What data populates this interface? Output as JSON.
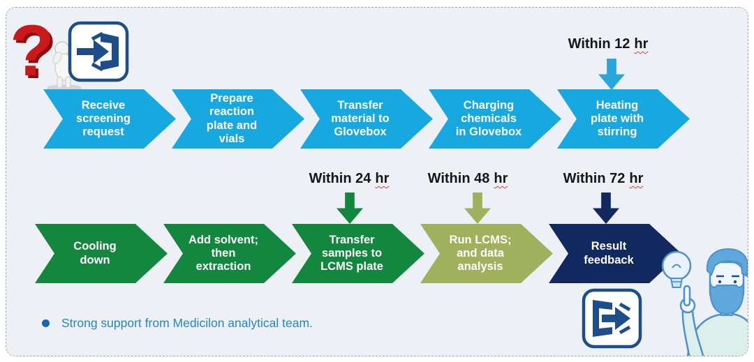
{
  "canvas": {
    "background": "#EDF1F6",
    "border_color": "#A6A6A6"
  },
  "flow": {
    "top_row": [
      {
        "label": "Receive\nscreening\nrequest",
        "color": "#17A8E0"
      },
      {
        "label": "Prepare\nreaction\nplate and\nvials",
        "color": "#17A8E0"
      },
      {
        "label": "Transfer\nmaterial to\nGlovebox",
        "color": "#17A8E0"
      },
      {
        "label": "Charging\nchemicals\nin Glovebox",
        "color": "#17A8E0"
      },
      {
        "label": "Heating\nplate with\nstirring",
        "color": "#17A8E0"
      }
    ],
    "bottom_row": [
      {
        "label": "Cooling\ndown",
        "color": "#13873E"
      },
      {
        "label": "Add solvent;\nthen\nextraction",
        "color": "#13873E"
      },
      {
        "label": "Transfer\nsamples to\nLCMS plate",
        "color": "#13873E"
      },
      {
        "label": "Run LCMS;\nand data\nanalysis",
        "color": "#A0B05C"
      },
      {
        "label": "Result\nfeedback",
        "color": "#11295F"
      }
    ]
  },
  "timings": {
    "t12": {
      "text": "Within 12",
      "unit": "hr",
      "arrow_color": "#29A7DC"
    },
    "t24": {
      "text": "Within 24",
      "unit": "hr",
      "arrow_color": "#12873E"
    },
    "t48": {
      "text": "Within 48",
      "unit": "hr",
      "arrow_color": "#A0B05C"
    },
    "t72": {
      "text": "Within 72",
      "unit": "hr",
      "arrow_color": "#11295F"
    }
  },
  "note": {
    "text": "Strong support from Medicilon analytical team.",
    "bullet_color": "#1565B8",
    "text_color": "#2287C8"
  },
  "icons": {
    "question_figure": {
      "name": "question-mark-thinking-figure",
      "color": "#C8191D"
    },
    "enter": {
      "name": "enter-icon",
      "color": "#1D4E8A"
    },
    "exit": {
      "name": "exit-icon",
      "color": "#1D4E8A"
    },
    "idea_man": {
      "name": "man-with-lightbulb",
      "outline_color": "#4D8FD1"
    }
  }
}
